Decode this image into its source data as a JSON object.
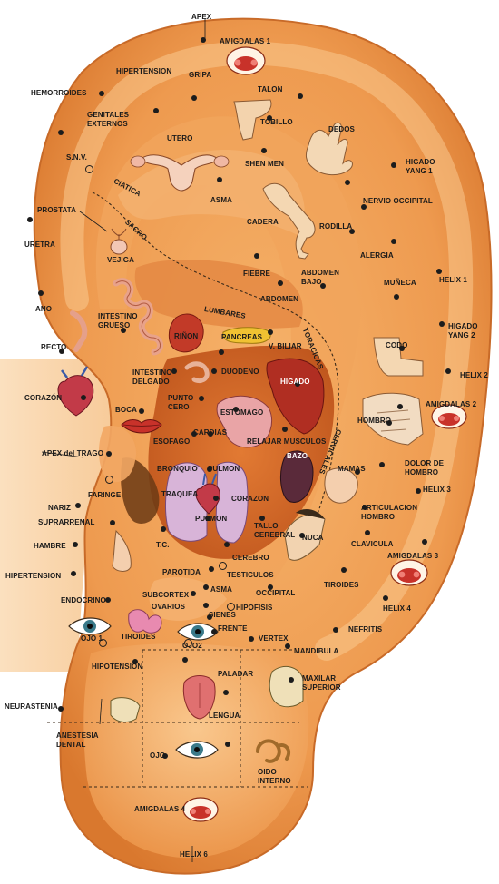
{
  "colors": {
    "skin_dark": "#d9782e",
    "skin_mid": "#ee9a4f",
    "skin_light": "#f8c07f",
    "skin_pale": "#fbe0bf",
    "inner_dark": "#c0571e",
    "dot": "#1c1c1c",
    "label": "#1a1a1a"
  },
  "labels": {
    "apex": "APEX",
    "amigdalas_1": "AMIGDALAS 1",
    "hipertension_top": "HIPERTENSION",
    "gripa": "GRIPA",
    "hemorroides": "HEMORROIDES",
    "talon": "TALON",
    "genitales": "GENITALES\nEXTERNOS",
    "tobillo": "TOBILLO",
    "dedos": "DEDOS",
    "utero": "UTERO",
    "snv": "S.N.V.",
    "shen_men": "SHEN MEN",
    "higado_yang_1": "HIGADO\nYANG 1",
    "ciatica": "CIATICA",
    "nervio_occipital": "NERVIO OCCIPITAL",
    "asma_top": "ASMA",
    "prostata": "PROSTATA",
    "cadera": "CADERA",
    "rodilla": "RODILLA",
    "sacro": "SACRO",
    "uretra": "URETRA",
    "vejiga": "VEJIGA",
    "alergia": "ALERGIA",
    "fiebre": "FIEBRE",
    "abdomen_bajo": "ABDOMEN\nBAJO",
    "helix_1": "HELIX 1",
    "muneca": "MUÑECA",
    "ano": "ANO",
    "abdomen": "ABDOMEN",
    "intestino_grueso": "INTESTINO\nGRUESO",
    "lumbares": "LUMBARES",
    "higado_yang_2": "HIGADO\nYANG 2",
    "pancreas": "PANCREAS",
    "v_biliar": "V. BILIAR",
    "recto": "RECTO",
    "rinon": "RIÑON",
    "codo": "CODO",
    "toracicas": "TORACICAS",
    "helix_2": "HELIX 2",
    "intestino_delgado": "INTESTINO\nDELGADO",
    "duodeno": "DUODENO",
    "higado": "HIGADO",
    "corazon_left": "CORAZÓN",
    "punto_cero": "PUNTO\nCERO",
    "amigdalas_2": "AMIGDALAS 2",
    "boca": "BOCA",
    "estomago": "ESTOMAGO",
    "hombro": "HOMBRO",
    "cardias": "CARDIAS",
    "esofago": "ESOFAGO",
    "relajar_musculos": "RELAJAR MUSCULOS",
    "apex_trago": "APEX del TRAGO",
    "bazo": "BAZO",
    "cervicales": "CERVICALES",
    "mamas": "MAMAS",
    "dolor_hombro": "DOLOR DE\nHOMBRO",
    "bronquio": "BRONQUIO",
    "pulmon_top": "PULMON",
    "faringe": "FARINGE",
    "traquea": "TRAQUEA",
    "corazon_center": "CORAZON",
    "helix_3": "HELIX 3",
    "nariz": "NARIZ",
    "articulacion_hombro": "ARTICULACION\nHOMBRO",
    "suprarrenal": "SUPRARRENAL",
    "pulmon_bottom": "PULMON",
    "tallo_cerebral": "TALLO\nCEREBRAL",
    "nuca": "NUCA",
    "hambre": "HAMBRE",
    "tc": "T.C.",
    "clavicula": "CLAVICULA",
    "cerebro": "CEREBRO",
    "amigdalas_3": "AMIGDALAS 3",
    "hipertension_left": "HIPERTENSION",
    "parotida": "PAROTIDA",
    "testiculos": "TESTICULOS",
    "tiroides_right": "TIROIDES",
    "asma_bottom": "ASMA",
    "occipital": "OCCIPITAL",
    "endocrino": "ENDOCRINO",
    "subcortex": "SUBCORTEX",
    "ovarios": "OVARIOS",
    "hipofisis": "HIPOFISIS",
    "helix_4": "HELIX 4",
    "sienes": "SIENES",
    "frente": "FRENTE",
    "nefritis": "NEFRITIS",
    "ojo_1": "OJO 1",
    "tiroides_left": "TIROIDES",
    "ojo_2": "OJO2",
    "vertex": "VERTEX",
    "mandibula": "MANDIBULA",
    "hipotension": "HIPOTENSION",
    "paladar": "PALADAR",
    "maxilar_superior": "MAXILAR\nSUPERIOR",
    "neurastenia": "NEURASTENIA",
    "lengua": "LENGUA",
    "anestesia_dental": "ANESTESIA\nDENTAL",
    "ojo": "OJO",
    "oido_interno": "OIDO\nINTERNO",
    "amigdalas_4": "AMIGDALAS 4",
    "helix_6": "HELIX 6"
  },
  "icons": [
    "heart-icon",
    "uterus-icon",
    "foot-icon",
    "hand-icon",
    "leg-icon",
    "throat-icon",
    "lips-icon",
    "eye-icon",
    "tongue-icon",
    "jaw-icon",
    "inner-ear-icon",
    "kidney-icon",
    "stomach-icon",
    "liver-icon",
    "spleen-icon",
    "lungs-icon",
    "arm-icon",
    "shoulder-icon",
    "breast-icon",
    "neck-icon",
    "nose-icon",
    "thyroid-icon",
    "bladder-icon",
    "intestine-icon"
  ]
}
